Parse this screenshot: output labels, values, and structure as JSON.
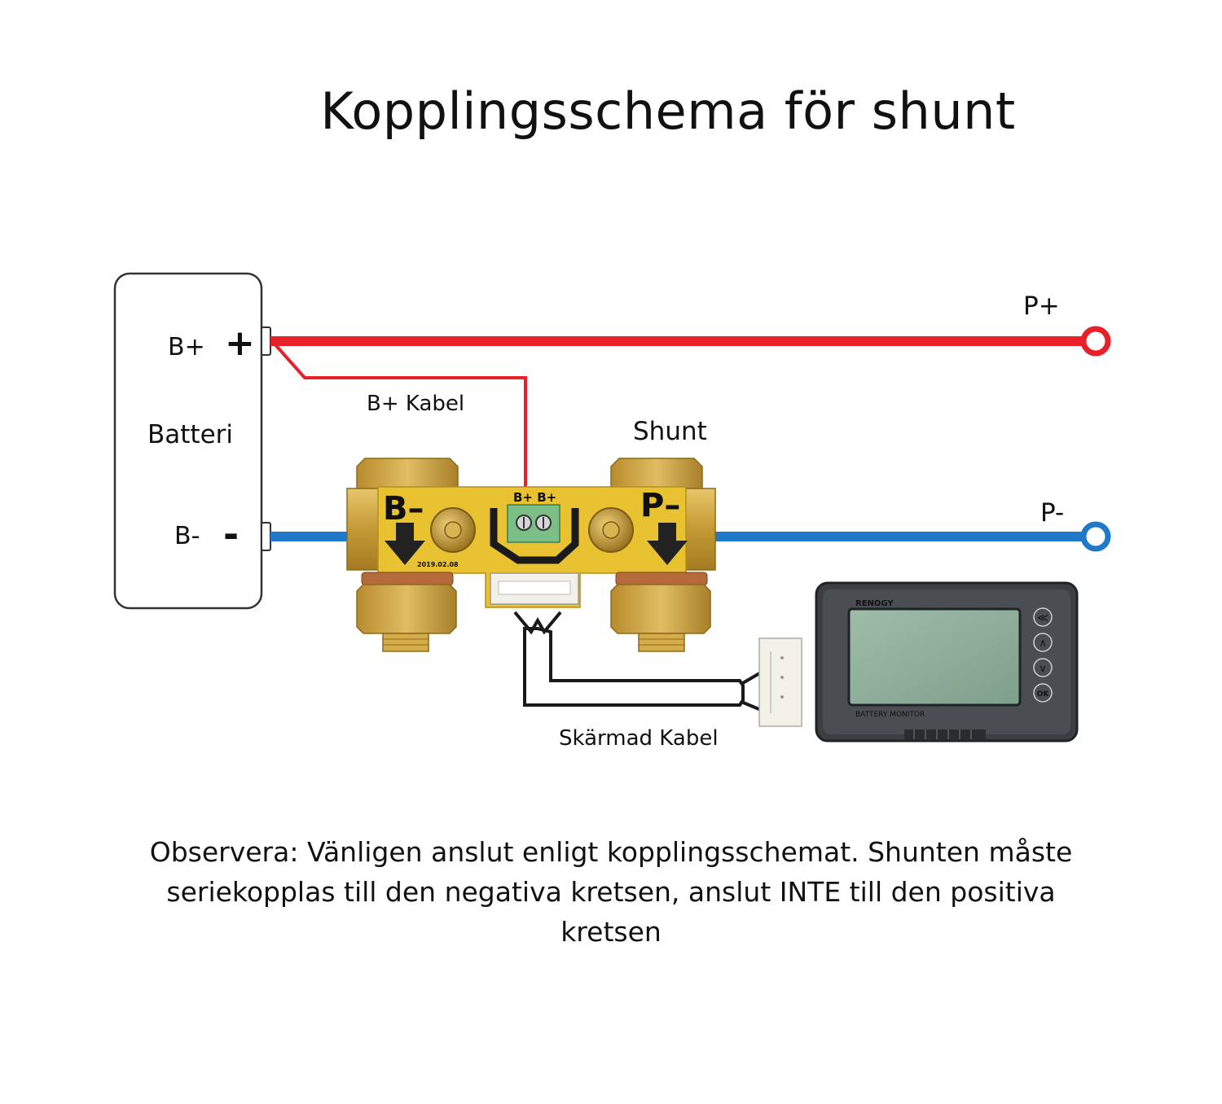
{
  "title": "Kopplingsschema för shunt",
  "battery": {
    "name": "Batteri",
    "pos_label": "B+",
    "pos_sign": "+",
    "neg_label": "B-",
    "neg_sign": "-"
  },
  "labels": {
    "p_plus": "P+",
    "p_minus": "P-",
    "b_plus_cable": "B+ Kabel",
    "shunt": "Shunt",
    "shielded_cable": "Skärmad Kabel"
  },
  "shunt_device": {
    "b_minus": "B–",
    "p_minus": "P–",
    "terminal": "B+ B+",
    "date": "2019.02.08"
  },
  "monitor": {
    "brand": "RENOGY",
    "caption": "BATTERY MONITOR",
    "buttons": [
      "≪",
      "∧",
      "∨",
      "OK"
    ]
  },
  "colors": {
    "positive": "#e8202a",
    "negative": "#1f78c8",
    "brass": "#c9a23a",
    "pcb": "#e9c232"
  },
  "note": "Observera: Vänligen anslut enligt kopplingsschemat. Shunten måste seriekopplas till den negativa kretsen, anslut INTE till den positiva kretsen"
}
